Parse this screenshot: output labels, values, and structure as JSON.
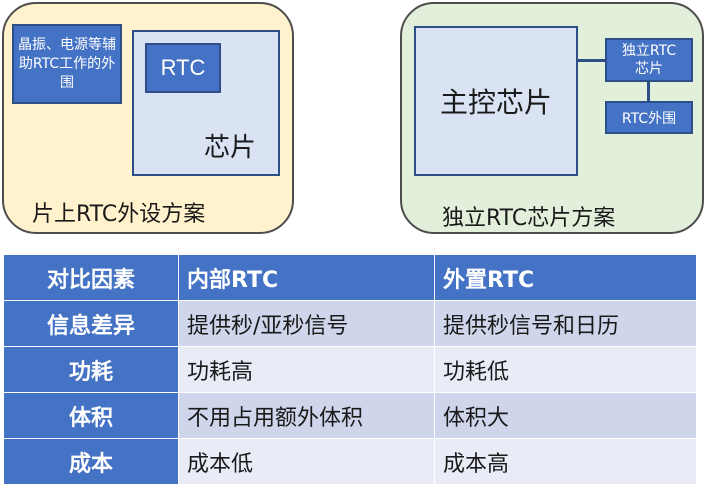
{
  "onchip": {
    "aux": "晶振、电源等辅助RTC工作的外围",
    "rtc": "RTC",
    "chip": "芯片",
    "caption": "片上RTC外设方案"
  },
  "standalone": {
    "main_chip": "主控芯片",
    "rtc_chip": "独立RTC芯片",
    "rtc_periph": "RTC外围",
    "caption": "独立RTC芯片方案"
  },
  "table": {
    "headers": [
      "对比因素",
      "内部RTC",
      "外置RTC"
    ],
    "rows": [
      [
        "信息差异",
        "提供秒/亚秒信号",
        "提供秒信号和日历"
      ],
      [
        "功耗",
        "功耗高",
        "功耗低"
      ],
      [
        "体积",
        "不用占用额外体积",
        "体积大"
      ],
      [
        "成本",
        "成本低",
        "成本高"
      ]
    ]
  },
  "colors": {
    "left_panel_bg": "#fff2cc",
    "right_panel_bg": "#e2efda",
    "accent_blue": "#4472c4",
    "light_blue": "#dae3f3"
  }
}
